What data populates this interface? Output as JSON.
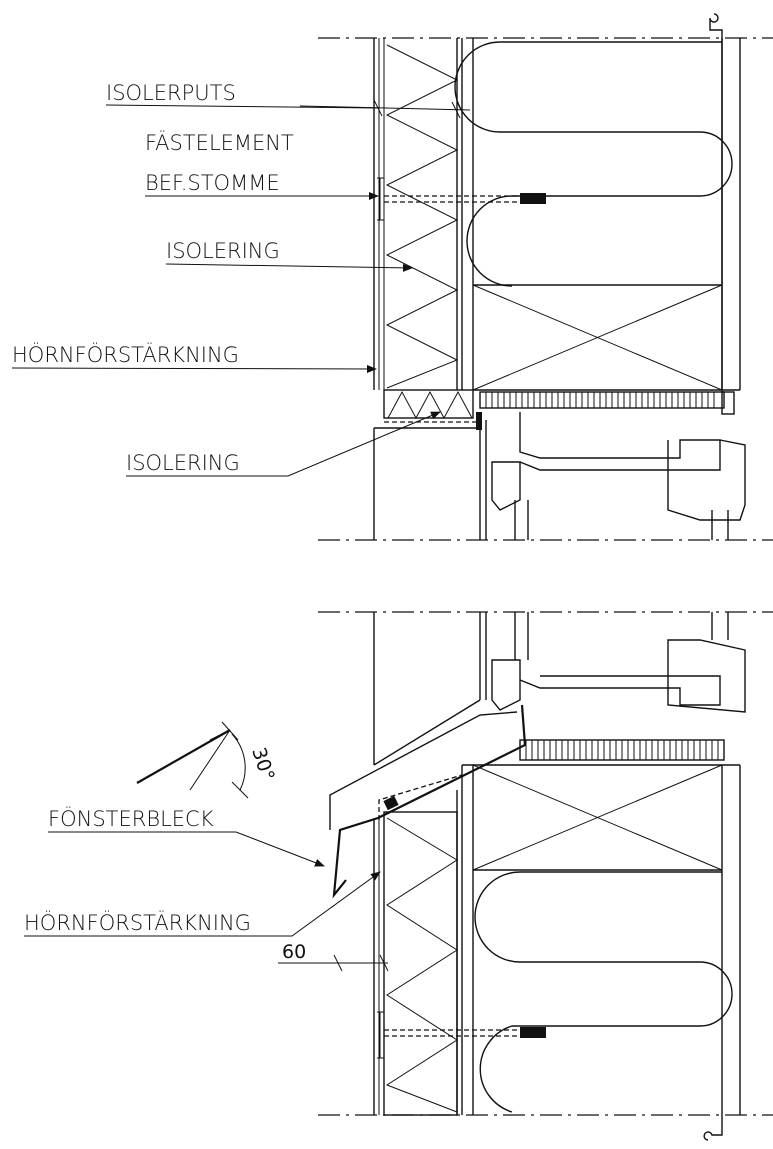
{
  "labels": {
    "isolerputs": "ISOLERPUTS",
    "fastelement_line1": "FÄSTELEMENT",
    "fastelement_line2": "BEF.STOMME",
    "isolering_top": "ISOLERING",
    "hornforstarkning_top": "HÖRNFÖRSTÄRKNING",
    "isolering_lintel": "ISOLERING",
    "fonsterbleck": "FÖNSTERBLECK",
    "hornforstarkning_bottom": "HÖRNFÖRSTÄRKNING"
  },
  "dimensions": {
    "angle": "30°",
    "offset": "60"
  }
}
